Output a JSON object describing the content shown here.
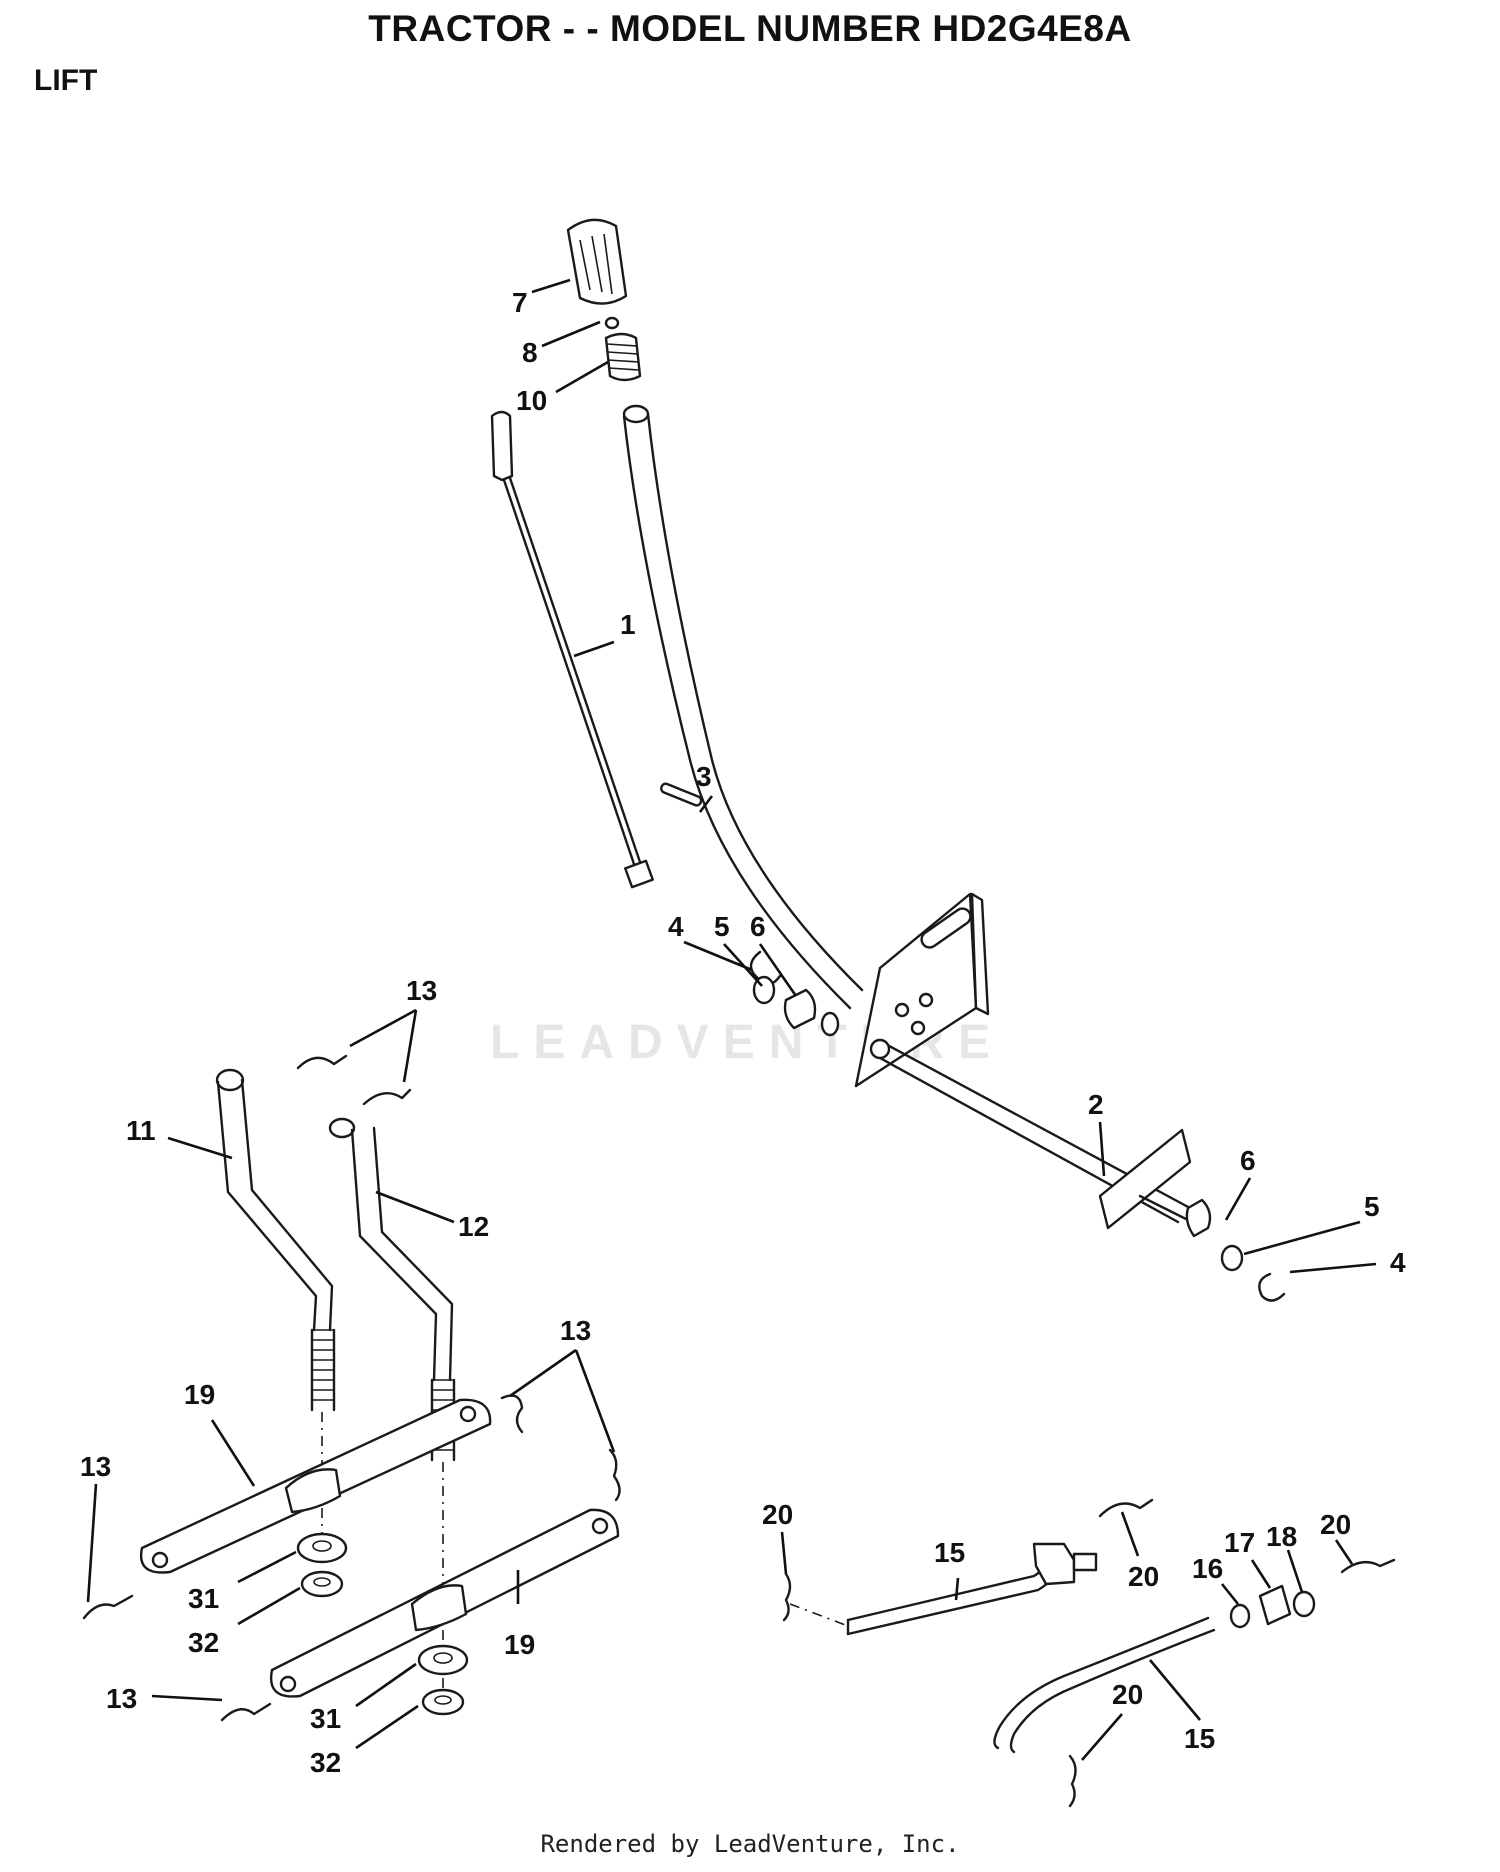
{
  "header": {
    "title": "TRACTOR - - MODEL NUMBER HD2G4E8A",
    "section": "LIFT"
  },
  "watermark": "LEADVENTURE",
  "footer": "Rendered by LeadVenture, Inc.",
  "callouts": {
    "c1": "1",
    "c2": "2",
    "c3": "3",
    "c4a": "4",
    "c4b": "4",
    "c5a": "5",
    "c5b": "5",
    "c6a": "6",
    "c6b": "6",
    "c7": "7",
    "c8": "8",
    "c10": "10",
    "c11": "11",
    "c12": "12",
    "c13a": "13",
    "c13b": "13",
    "c13c": "13",
    "c13d": "13",
    "c15a": "15",
    "c15b": "15",
    "c16": "16",
    "c17": "17",
    "c18": "18",
    "c19a": "19",
    "c19b": "19",
    "c20a": "20",
    "c20b": "20",
    "c20c": "20",
    "c20d": "20",
    "c31a": "31",
    "c31b": "31",
    "c32a": "32",
    "c32b": "32"
  }
}
